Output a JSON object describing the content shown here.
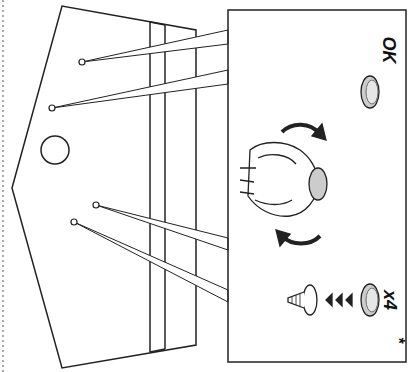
{
  "diagram": {
    "labels": [
      "*",
      "x4",
      "OK"
    ]
  }
}
